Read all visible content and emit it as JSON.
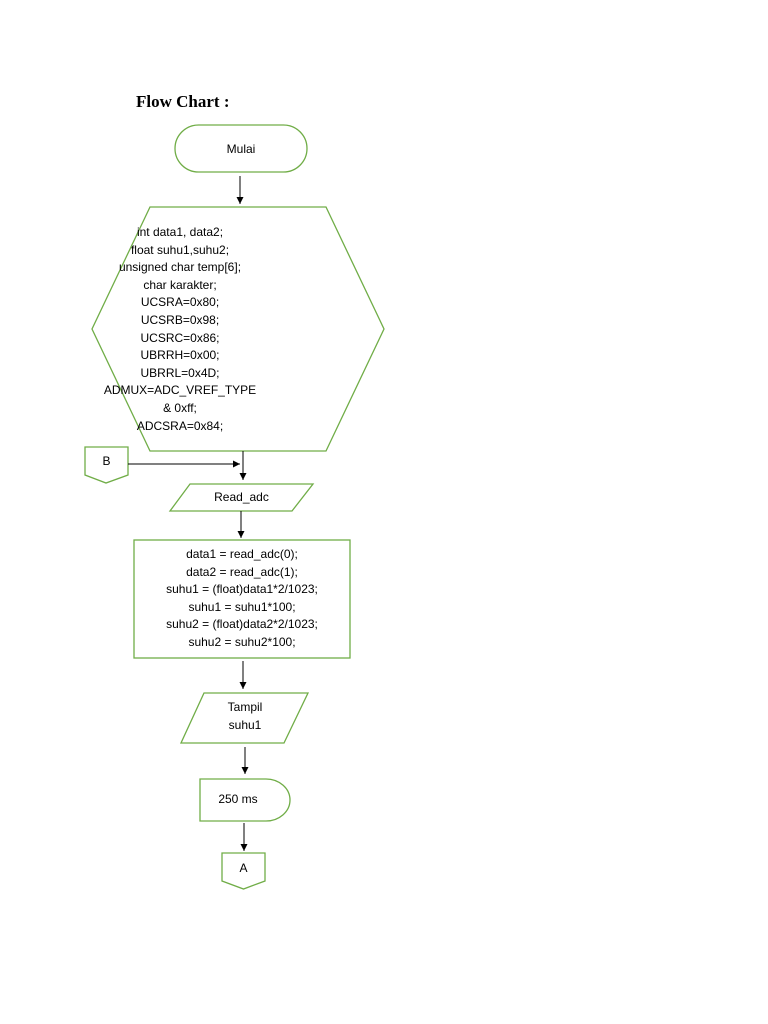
{
  "title": "Flow Chart :",
  "nodes": {
    "start": "Mulai",
    "init": [
      "int data1, data2;",
      "float suhu1,suhu2;",
      "unsigned char temp[6];",
      "char karakter;",
      "UCSRA=0x80;",
      "UCSRB=0x98;",
      "UCSRC=0x86;",
      "UBRRH=0x00;",
      "UBRRL=0x4D;",
      "ADMUX=ADC_VREF_TYPE",
      "& 0xff;",
      "ADCSRA=0x84;"
    ],
    "connector_b": "B",
    "read_adc": "Read_adc",
    "process": [
      "data1 = read_adc(0);",
      "data2 = read_adc(1);",
      "suhu1 = (float)data1*2/1023;",
      "suhu1 = suhu1*100;",
      "suhu2 = (float)data2*2/1023;",
      "suhu2 = suhu2*100;"
    ],
    "display": [
      "Tampil",
      "suhu1"
    ],
    "delay": "250 ms",
    "connector_a": "A"
  },
  "colors": {
    "shape_stroke": "#70ad47",
    "arrow": "#000000",
    "background": "#ffffff"
  }
}
